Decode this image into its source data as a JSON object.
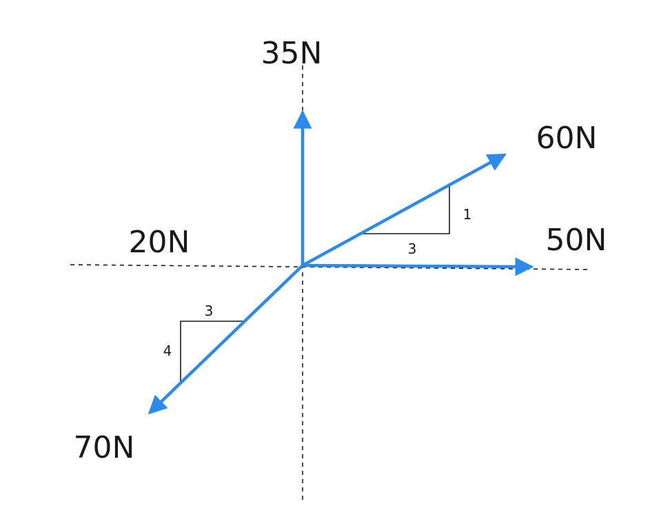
{
  "colors": {
    "vector": "#2c8aec",
    "ink": "#1a1a1a",
    "background": "#ffffff"
  },
  "forces": {
    "f35": {
      "label": "35N"
    },
    "f60": {
      "label": "60N"
    },
    "f50": {
      "label": "50N"
    },
    "f20": {
      "label": "20N"
    },
    "f70": {
      "label": "70N"
    }
  },
  "slope_60": {
    "run": "3",
    "rise": "1"
  },
  "slope_70": {
    "run": "3",
    "rise": "4"
  }
}
